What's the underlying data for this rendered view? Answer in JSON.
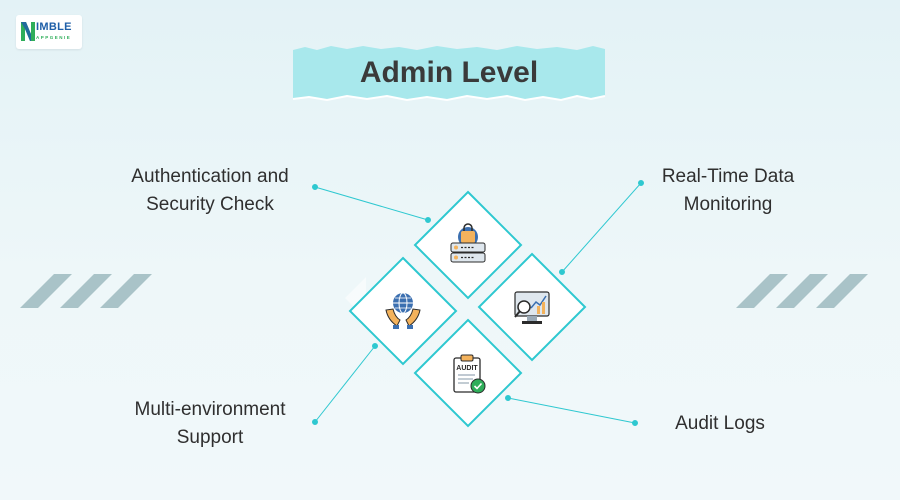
{
  "logo": {
    "word": "IMBLE",
    "sub": "APPGENIE"
  },
  "title": "Admin Level",
  "items": [
    {
      "label_line1": "Authentication and",
      "label_line2": "Security Check",
      "icon": "security-lock-icon"
    },
    {
      "label_line1": "Real-Time Data",
      "label_line2": "Monitoring",
      "icon": "monitoring-icon"
    },
    {
      "label_line1": "Multi-environment",
      "label_line2": "Support",
      "icon": "globe-hands-icon"
    },
    {
      "label_line1": "Audit Logs",
      "label_line2": "",
      "icon": "audit-clipboard-icon"
    }
  ],
  "icon_text": {
    "audit": "AUDIT"
  },
  "colors": {
    "accent": "#2ec8d0",
    "banner": "#a8e8ec",
    "stripe": "#a9c3c8",
    "icon_fill": "#f3b25c",
    "icon_blue": "#3b6fb0"
  }
}
